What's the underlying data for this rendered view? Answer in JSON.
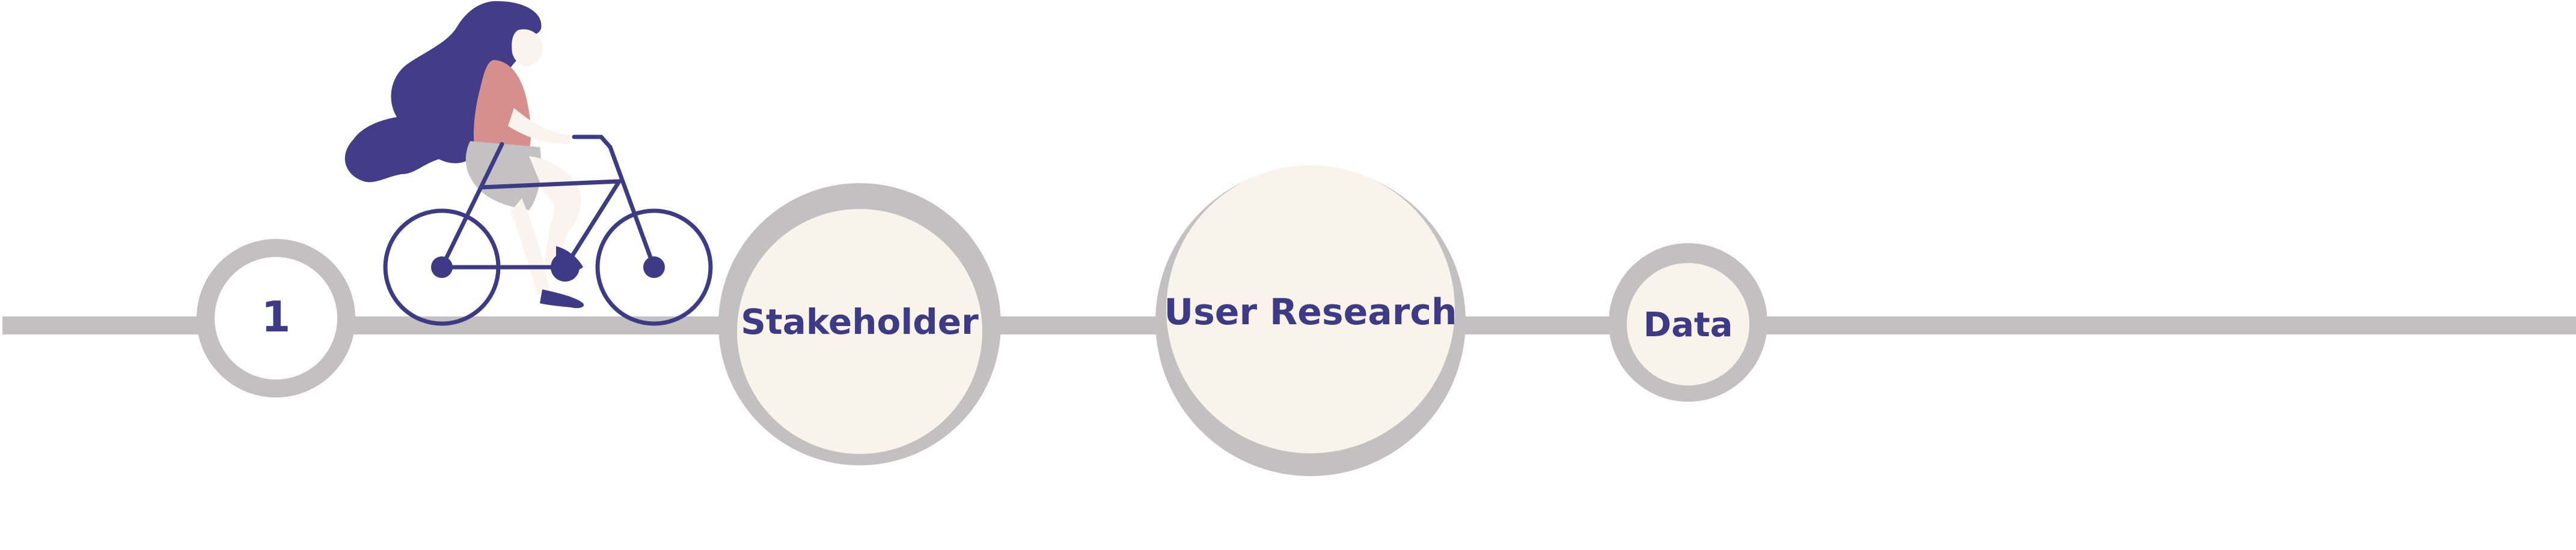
{
  "colors": {
    "background": "#ffffff",
    "track": "#c2c0c1",
    "circle_fill_light": "#faf3ec",
    "circle_fill_white": "#ffffff",
    "label_text": "#3e3b86",
    "rider_hair": "#423c89",
    "rider_skin": "#fbf4ee",
    "rider_shirt": "#d58f8c",
    "rider_shorts": "#c4c1c3",
    "bicycle": "#3e3b86"
  },
  "illustration": {
    "subject": "cyclist-riding-bicycle",
    "icon": "bicycle-rider-illustration"
  },
  "milestones": [
    {
      "label": "1"
    },
    {
      "label": "Stakeholder"
    },
    {
      "label": "User Research"
    },
    {
      "label": "Data"
    }
  ]
}
